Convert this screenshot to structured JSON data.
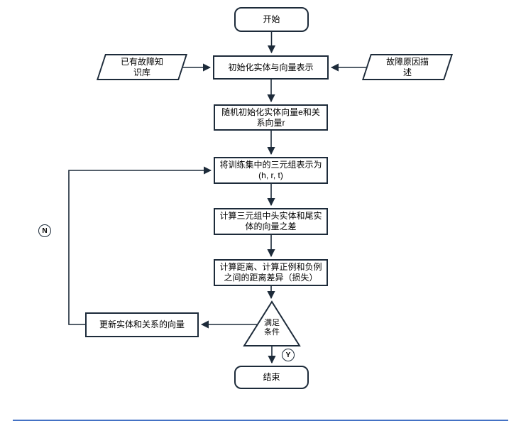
{
  "colors": {
    "stroke": "#1d2b3a",
    "fill": "#ffffff",
    "text": "#000000",
    "accent": "#4472c4"
  },
  "nodes": {
    "start": {
      "label": "开始"
    },
    "init": {
      "label": "初始化实体与向量表示"
    },
    "knowledge_base": {
      "lines": [
        "已有故障知",
        "识库"
      ]
    },
    "fault_description": {
      "lines": [
        "故障原因描",
        "述"
      ]
    },
    "random_init": {
      "lines": [
        "随机初始化实体向量e和关",
        "系向量r"
      ]
    },
    "triple": {
      "lines": [
        "将训练集中的三元组表示为",
        "(h, r, t)"
      ]
    },
    "vector_diff": {
      "lines": [
        "计算三元组中头实体和尾实",
        "体的向量之差"
      ]
    },
    "loss": {
      "lines": [
        "计算距离、计算正例和负例",
        "之间的距离差异（损失）"
      ]
    },
    "decision": {
      "lines": [
        "满足",
        "条件"
      ]
    },
    "update": {
      "label": "更新实体和关系的向量"
    },
    "end": {
      "label": "结束"
    },
    "no_label": "N",
    "yes_label": "Y"
  }
}
